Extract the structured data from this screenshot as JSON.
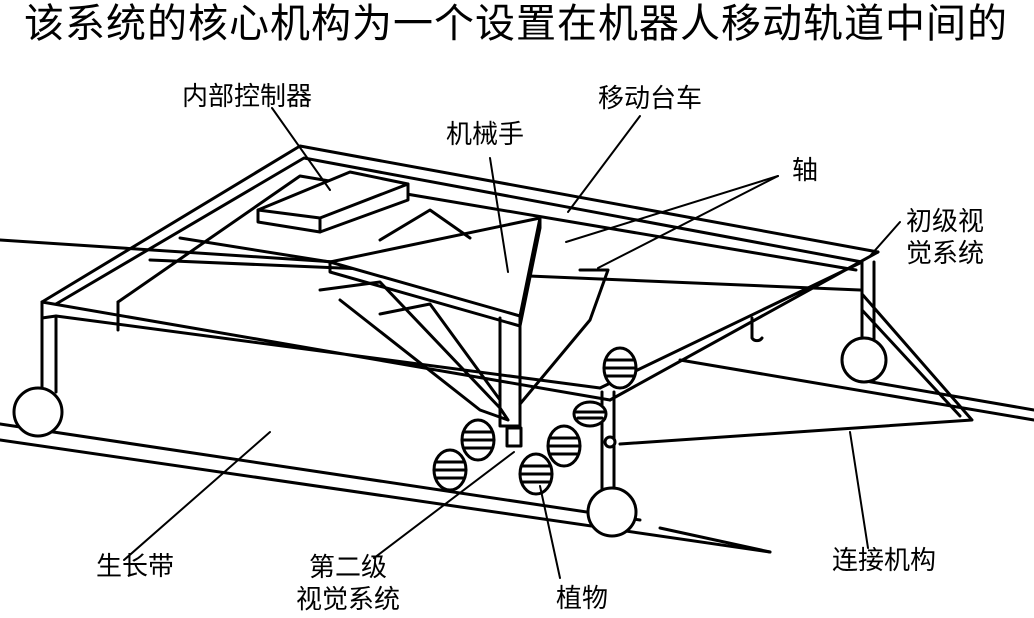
{
  "caption": "该系统的核心机构为一个设置在机器人移动轨道中间的",
  "labels": {
    "controller": "内部控制器",
    "cart": "移动台车",
    "manipulator": "机械手",
    "axle": "轴",
    "primary_vision_line1": "初级视",
    "primary_vision_line2": "觉系统",
    "growth_belt": "生长带",
    "secondary_vision_line1": "第二级",
    "secondary_vision_line2": "视觉系统",
    "plants": "植物",
    "linkage": "连接机构"
  }
}
